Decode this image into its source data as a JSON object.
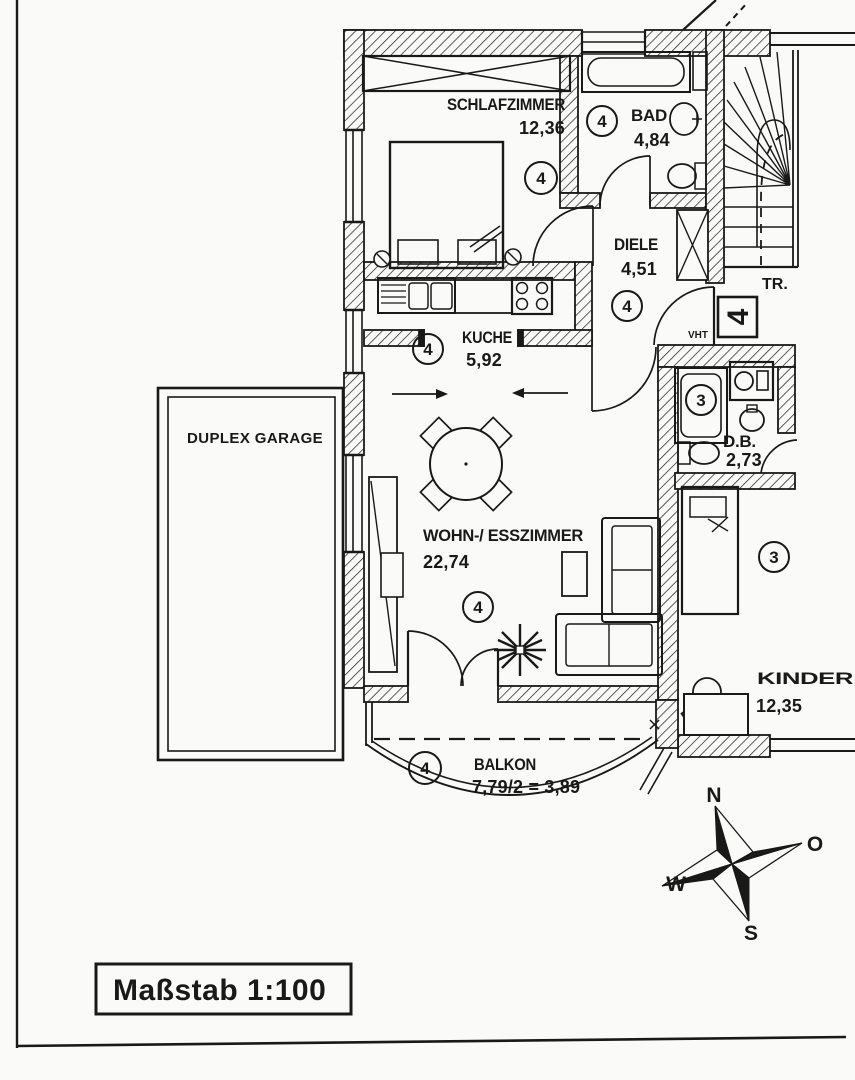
{
  "scale_label": "Maßstab 1:100",
  "rooms": {
    "schlafzimmer": {
      "name": "SCHLAFZIMMER",
      "area": "12,36",
      "unit": "4"
    },
    "bad": {
      "name": "BAD",
      "area": "4,84",
      "unit": "4"
    },
    "diele": {
      "name": "DIELE",
      "area": "4,51",
      "unit": "4"
    },
    "kueche": {
      "name": "KUCHE",
      "area": "5,92",
      "unit": "4"
    },
    "wohn_esszimmer": {
      "name": "WOHN-/ ESSZIMMER",
      "area": "22,74",
      "unit": "4"
    },
    "balkon": {
      "name": "BALKON",
      "area": "7,79/2 = 3,89",
      "unit": "4"
    },
    "duschbad": {
      "name": "D.B.",
      "area": "2,73",
      "unit": "3"
    },
    "kinderzimmer": {
      "name": "KINDER",
      "area": "12,35",
      "unit": "3"
    }
  },
  "annotations": {
    "garage": "DUPLEX GARAGE",
    "stairs": "TR.",
    "entry_door": "VHT",
    "door_sign": "4"
  },
  "compass": {
    "north": "N",
    "east": "O",
    "south": "S",
    "west": "W"
  },
  "colors": {
    "ink": "#191919",
    "paper": "#fafaf8"
  }
}
